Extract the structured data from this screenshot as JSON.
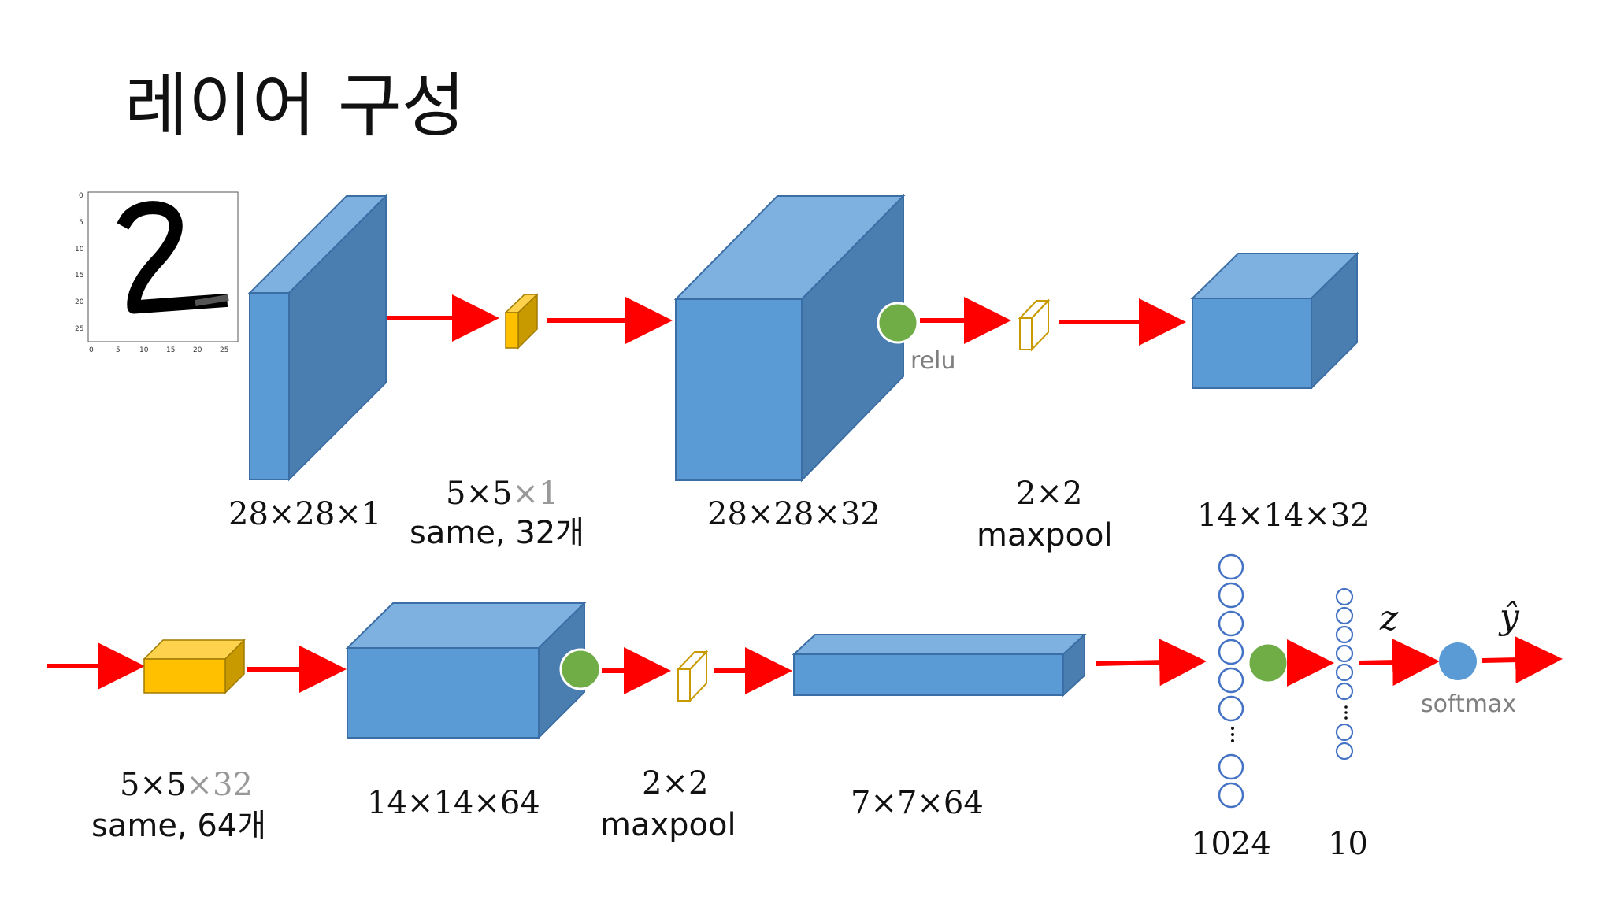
{
  "title": "레이어 구성",
  "mnist_image": {
    "y_ticks": [
      "0",
      "5",
      "10",
      "15",
      "20",
      "25"
    ],
    "x_ticks": [
      "0",
      "5",
      "10",
      "15",
      "20",
      "25"
    ]
  },
  "row1": {
    "input_shape": "28×28×1",
    "conv1_kernel_main": "5×5",
    "conv1_kernel_channels": "×1",
    "conv1_desc": "same, 32개",
    "conv1_output": "28×28×32",
    "relu1": "relu",
    "pool1_size": "2×2",
    "pool1_name": "maxpool",
    "pool1_output": "14×14×32"
  },
  "row2": {
    "conv2_kernel_main": "5×5",
    "conv2_kernel_channels": "×32",
    "conv2_desc": "same, 64개",
    "conv2_output": "14×14×64",
    "pool2_size": "2×2",
    "pool2_name": "maxpool",
    "pool2_output": "7×7×64",
    "fc_units": "1024",
    "out_units": "10",
    "z_label": "z",
    "yhat_label": "ŷ",
    "softmax": "softmax"
  },
  "colors": {
    "cube_front": "#5b9bd5",
    "cube_top": "#7eb0e0",
    "cube_side": "#4a7eb0",
    "kernel_front": "#ffc000",
    "kernel_top": "#ffd24d",
    "kernel_side": "#c99a00",
    "activation": "#70ad47",
    "softmax_node": "#5b9bd5",
    "arrow": "#ff0000",
    "neuron_outline": "#4472c4"
  }
}
